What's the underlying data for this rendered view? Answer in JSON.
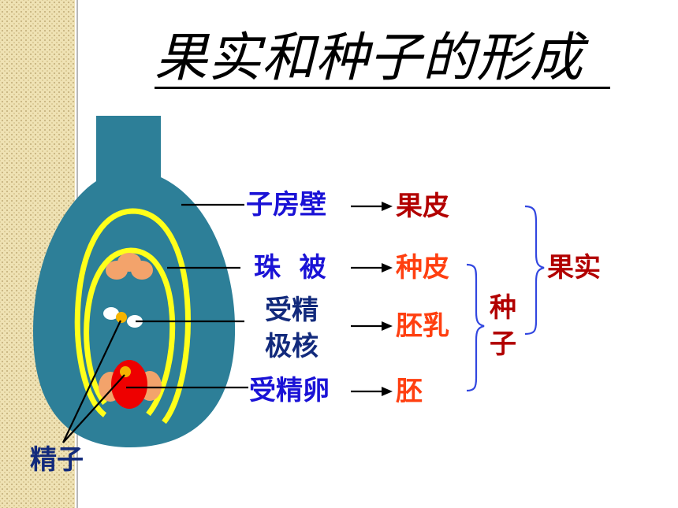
{
  "title": "果实和种子的形成",
  "flower_labels": {
    "ovary_wall": "子房壁",
    "integument": "珠  被",
    "fertilized_polar_nuclei_line1": "受精",
    "fertilized_polar_nuclei_line2": "极核",
    "fertilized_egg": "受精卵",
    "sperm": "精子"
  },
  "result_labels": {
    "pericarp": "果皮",
    "seed_coat": "种皮",
    "endosperm": "胚乳",
    "embryo": "胚"
  },
  "group_labels": {
    "seed": "种子",
    "fruit": "果实"
  },
  "colors": {
    "ovary": "#2d7f98",
    "ovule_ring": "#ffff1a",
    "ovule_cells": "#f3a36b",
    "egg": "#ee0000",
    "label_blue": "#1a12d6",
    "label_navy": "#122a7c",
    "result_orange": "#ff3f10",
    "result_red": "#b20000",
    "bracket": "#3247e0"
  }
}
